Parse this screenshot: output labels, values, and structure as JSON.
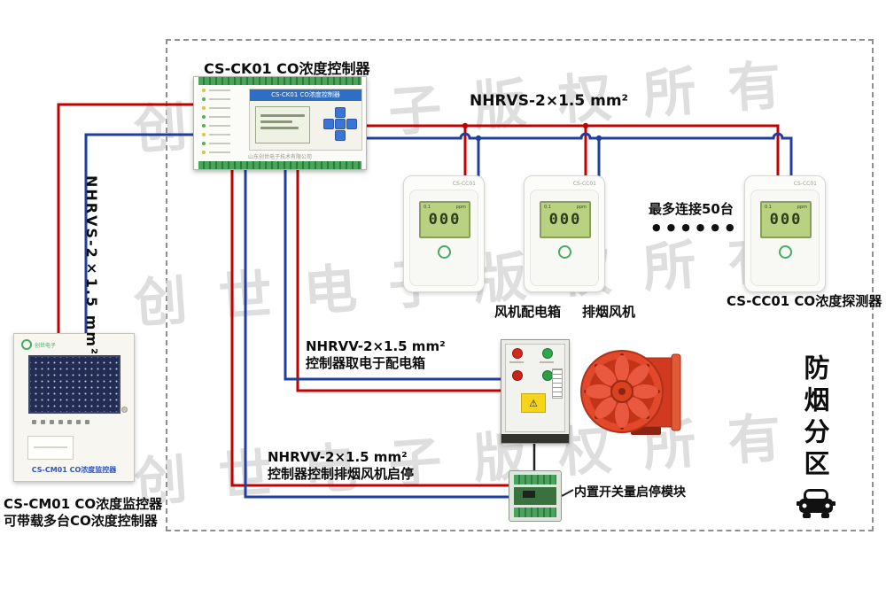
{
  "watermark": {
    "text": "创世电子版权所有"
  },
  "diagram": {
    "controller_caption": "CS-CK01 CO浓度控制器",
    "bus_cable": "NHRVS-2×1.5 mm²",
    "left_cable": "NHRVS-2×1.5 mm²",
    "max_note": "最多连接50台",
    "dots": "●●●●●●",
    "detector_caption": "CS-CC01 CO浓度探测器",
    "dist_box_caption": "风机配电箱",
    "fan_caption": "排烟风机",
    "power_cable_line1": "NHRVV-2×1.5 mm²",
    "power_cable_line2": "控制器取电于配电箱",
    "control_cable_line1": "NHRVV-2×1.5 mm²",
    "control_cable_line2": "控制器控制排烟风机启停",
    "module_note": "内置开关量启停模块",
    "monitor_caption_line1": "CS-CM01 CO浓度监控器",
    "monitor_caption_line2": "可带载多台CO浓度控制器",
    "zone_label": "防烟分区"
  },
  "controller": {
    "header": "CS-CK01 CO浓度控制器",
    "brand": "山东创世电子技术有限公司"
  },
  "detector": {
    "model": "CS-CC01",
    "lcd_left": "0.1",
    "lcd_right": "ppm",
    "lcd_value": "000"
  },
  "monitor": {
    "logo": "创世电子",
    "device_label": "CS-CM01 CO浓度监控器"
  },
  "icons": {
    "warning": "⚠"
  },
  "colors": {
    "wire_red": "#c20000",
    "wire_blue": "#1f3fa0"
  }
}
